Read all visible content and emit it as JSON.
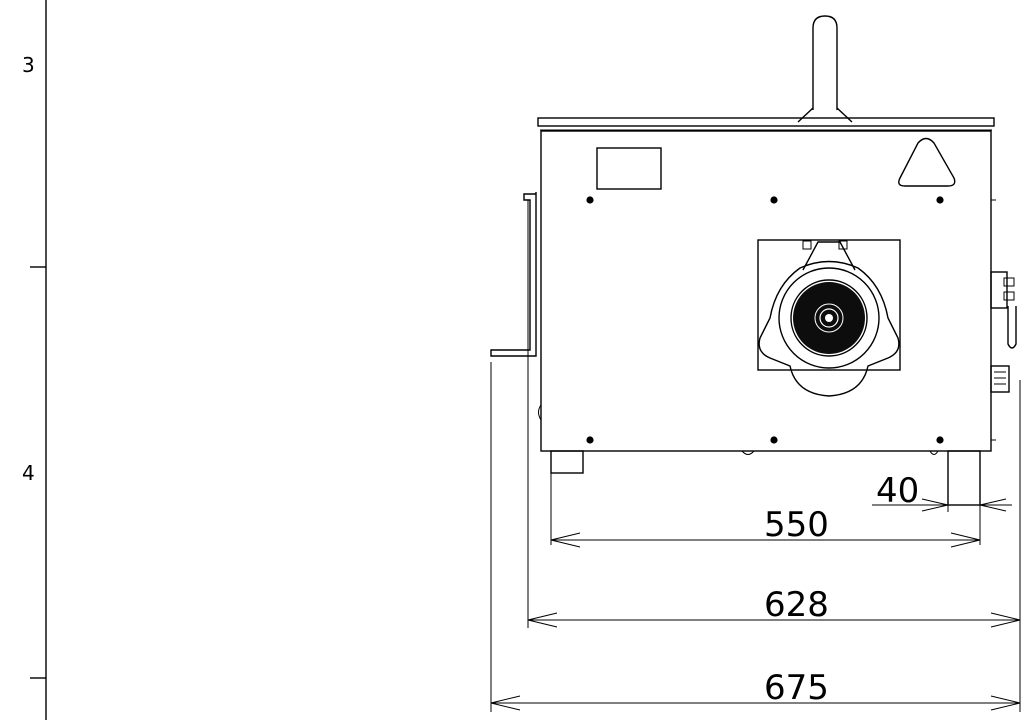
{
  "border": {
    "zone_labels": [
      "3",
      "4"
    ]
  },
  "dimensions": {
    "d40": "40",
    "d550": "550",
    "d628": "628",
    "d675": "675"
  },
  "colors": {
    "line": "#000000",
    "background": "#ffffff"
  }
}
